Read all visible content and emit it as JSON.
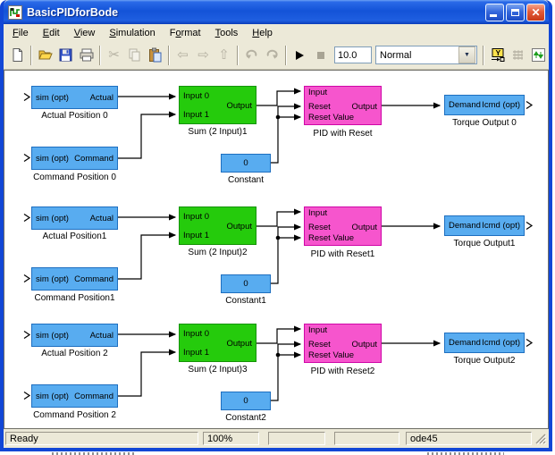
{
  "window": {
    "title": "BasicPIDforBode"
  },
  "icons": {
    "close": "✕",
    "dropdown_arrow": "▼",
    "back": "⇦",
    "forward": "⇨",
    "up": "⇧",
    "cut": "✂"
  },
  "colors": {
    "block_blue": "#58acf0",
    "block_green": "#25cb0c",
    "block_magenta": "#f655cd",
    "titlebar_blue": "#1353d8",
    "close_red": "#cf3a16"
  },
  "menu": {
    "items": [
      {
        "pre": "",
        "key": "F",
        "rest": "ile"
      },
      {
        "pre": "",
        "key": "E",
        "rest": "dit"
      },
      {
        "pre": "",
        "key": "V",
        "rest": "iew"
      },
      {
        "pre": "",
        "key": "S",
        "rest": "imulation"
      },
      {
        "pre": "F",
        "key": "o",
        "rest": "rmat"
      },
      {
        "pre": "",
        "key": "T",
        "rest": "ools"
      },
      {
        "pre": "",
        "key": "H",
        "rest": "elp"
      }
    ]
  },
  "toolbar": {
    "sim_stop_time": "10.0",
    "sim_mode": "Normal"
  },
  "diagram": {
    "rows": [
      {
        "source_top": {
          "port_in": "sim (opt)",
          "port_out": "Actual",
          "label": "Actual Position 0"
        },
        "source_bottom": {
          "port_in": "sim (opt)",
          "port_out": "Command",
          "label": "Command Position 0"
        },
        "sum": {
          "in0": "Input 0",
          "in1": "Input 1",
          "out": "Output",
          "label": "Sum (2 Input)1"
        },
        "constant": {
          "value": "0",
          "label": "Constant"
        },
        "pid": {
          "in": "Input",
          "reset": "Reset",
          "reset_value": "Reset Value",
          "out": "Output",
          "label": "PID with Reset"
        },
        "output": {
          "port_in": "Demand",
          "port_out": "Icmd (opt)",
          "label": "Torque Output 0"
        }
      },
      {
        "source_top": {
          "port_in": "sim (opt)",
          "port_out": "Actual",
          "label": "Actual Position1"
        },
        "source_bottom": {
          "port_in": "sim (opt)",
          "port_out": "Command",
          "label": "Command Position1"
        },
        "sum": {
          "in0": "Input 0",
          "in1": "Input 1",
          "out": "Output",
          "label": "Sum (2 Input)2"
        },
        "constant": {
          "value": "0",
          "label": "Constant1"
        },
        "pid": {
          "in": "Input",
          "reset": "Reset",
          "reset_value": "Reset Value",
          "out": "Output",
          "label": "PID with Reset1"
        },
        "output": {
          "port_in": "Demand",
          "port_out": "Icmd (opt)",
          "label": "Torque Output1"
        }
      },
      {
        "source_top": {
          "port_in": "sim (opt)",
          "port_out": "Actual",
          "label": "Actual Position 2"
        },
        "source_bottom": {
          "port_in": "sim (opt)",
          "port_out": "Command",
          "label": "Command Position 2"
        },
        "sum": {
          "in0": "Input 0",
          "in1": "Input 1",
          "out": "Output",
          "label": "Sum (2 Input)3"
        },
        "constant": {
          "value": "0",
          "label": "Constant2"
        },
        "pid": {
          "in": "Input",
          "reset": "Reset",
          "reset_value": "Reset Value",
          "out": "Output",
          "label": "PID with Reset2"
        },
        "output": {
          "port_in": "Demand",
          "port_out": "Icmd (opt)",
          "label": "Torque Output2"
        }
      }
    ]
  },
  "status": {
    "message": "Ready",
    "zoom": "100%",
    "panel_3": "",
    "panel_4": "",
    "solver": "ode45"
  }
}
